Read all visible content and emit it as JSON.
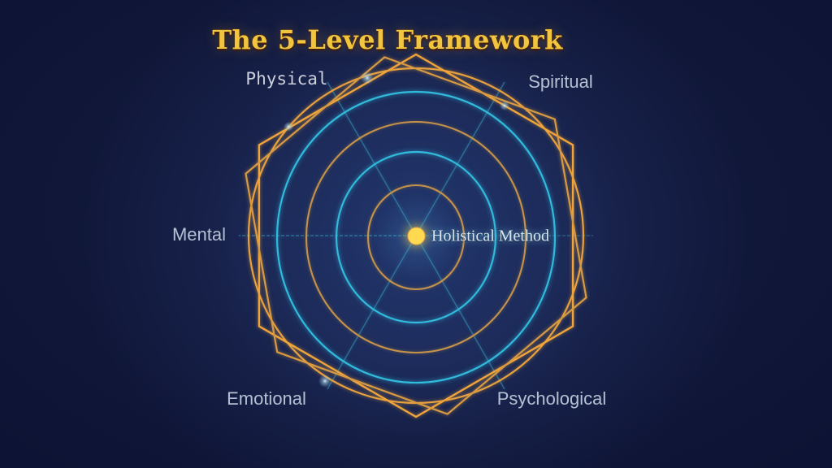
{
  "title": "The 5-Level Framework",
  "center": {
    "label": "Holistical Method",
    "marker": "yellow-dot"
  },
  "axis_labels": {
    "top_left": "Physical",
    "top_right": "Spiritual",
    "left": "Mental",
    "bottom_left": "Emotional",
    "bottom_right": "Psychological"
  },
  "structure": {
    "levels_count": 5,
    "ring_count": 5,
    "spoke_count": 6,
    "hexagon_count": 2,
    "ring_order_inner_to_outer": [
      "gold",
      "teal",
      "gold",
      "teal",
      "gold-circle"
    ]
  },
  "colors": {
    "background_outer": "#060c2b",
    "background_center_glow": "#1f3766",
    "title_gold": "#f2c53e",
    "hexagon_orange": "#f0a43a",
    "ring_gold_muted": "#c4924a",
    "ring_teal": "#31badb",
    "spoke_teal": "#3aa8c8",
    "center_dot_yellow": "#ffd94f",
    "label_gray": "#b6c0d3"
  }
}
